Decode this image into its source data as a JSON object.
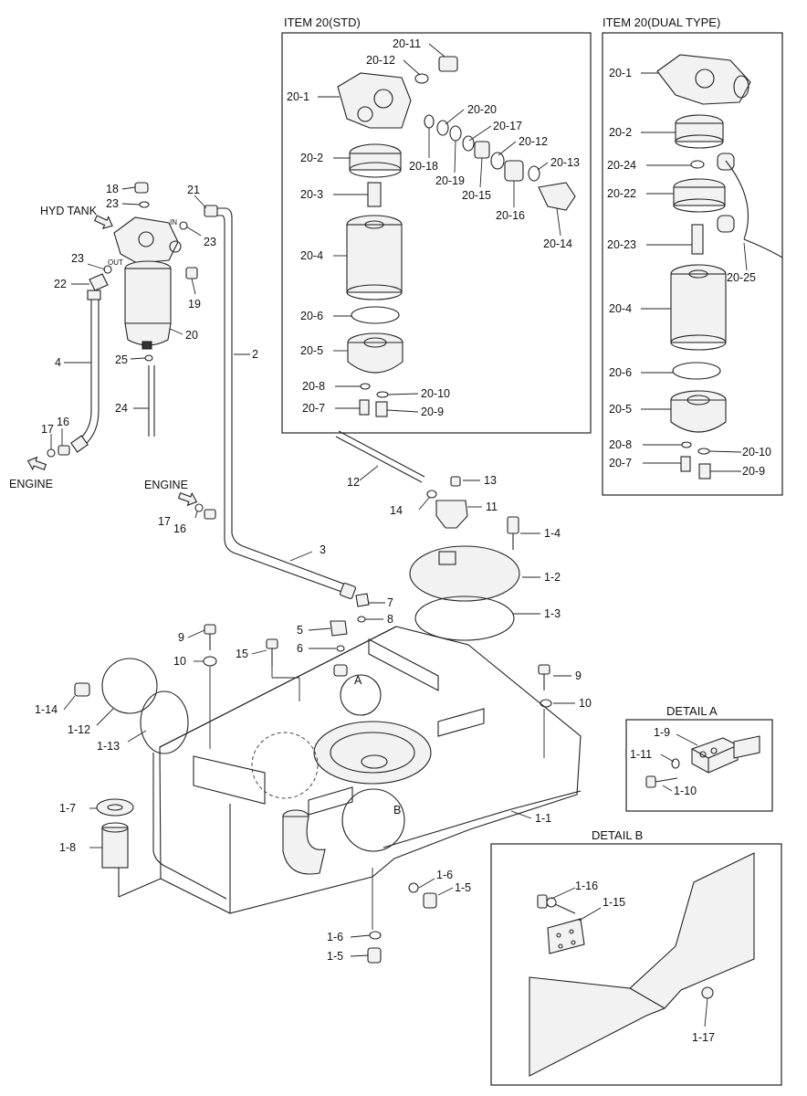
{
  "headers": {
    "std": "ITEM 20(STD)",
    "dual": "ITEM 20(DUAL TYPE)",
    "detail_a": "DETAIL A",
    "detail_b": "DETAIL B"
  },
  "annotations": {
    "hyd_tank": "HYD TANK",
    "engine_1": "ENGINE",
    "engine_2": "ENGINE",
    "in": "IN",
    "out": "OUT",
    "a": "A",
    "b": "B"
  },
  "labels": {
    "std": [
      "20-11",
      "20-12",
      "20-1",
      "20-20",
      "20-17",
      "20-12",
      "20-2",
      "20-18",
      "20-19",
      "20-15",
      "20-13",
      "20-3",
      "20-16",
      "20-14",
      "20-4",
      "20-6",
      "20-5",
      "20-8",
      "20-10",
      "20-7",
      "20-9"
    ],
    "dual": [
      "20-1",
      "20-2",
      "20-24",
      "20-22",
      "20-23",
      "20-25",
      "20-4",
      "20-6",
      "20-5",
      "20-8",
      "20-10",
      "20-7",
      "20-9"
    ],
    "filter": [
      "18",
      "23",
      "21",
      "23",
      "23",
      "22",
      "19",
      "20",
      "25",
      "4",
      "24",
      "17",
      "16",
      "2"
    ],
    "tank": [
      "12",
      "13",
      "14",
      "11",
      "17",
      "16",
      "1-4",
      "1-2",
      "3",
      "7",
      "8",
      "1-3",
      "5",
      "9",
      "6",
      "15",
      "10",
      "9",
      "10",
      "1-14",
      "1-12",
      "1-13",
      "1-7",
      "1-8",
      "1-1",
      "1-6",
      "1-5",
      "1-6",
      "1-5"
    ],
    "detail_a": [
      "1-9",
      "1-11",
      "1-10"
    ],
    "detail_b": [
      "1-16",
      "1-15",
      "1-17"
    ]
  },
  "icons": [
    "arrow-icon"
  ]
}
